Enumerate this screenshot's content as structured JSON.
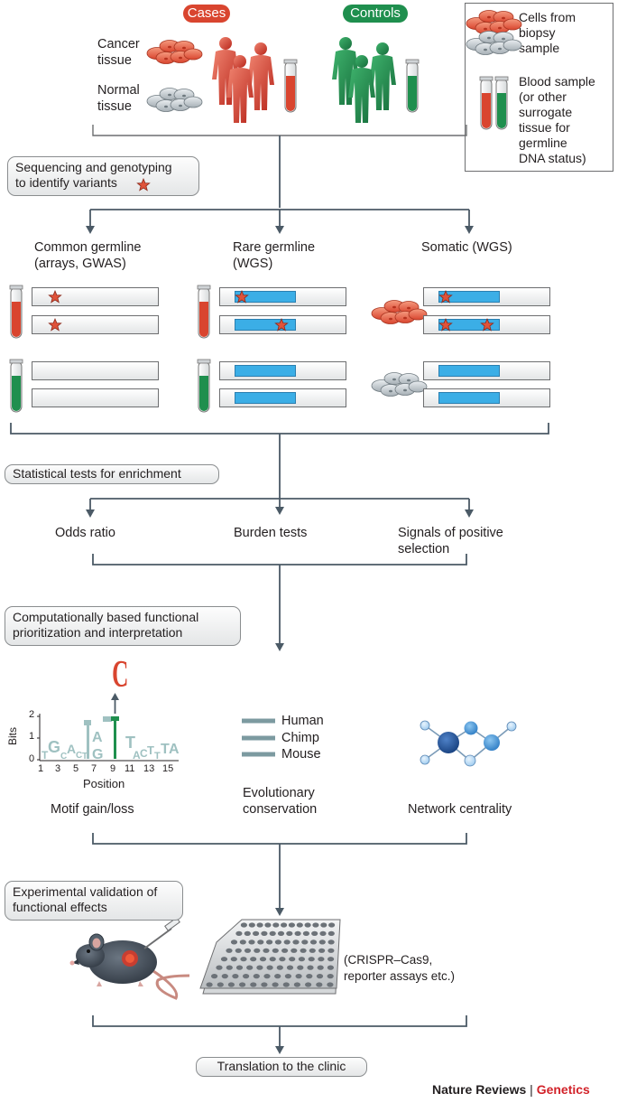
{
  "header": {
    "cases": "Cases",
    "controls": "Controls"
  },
  "tissue": {
    "cancer": "Cancer\ntissue",
    "normal": "Normal\ntissue"
  },
  "legend": {
    "cells": "Cells from\nbiopsy\nsample",
    "blood": "Blood sample\n(or other\nsurrogate\ntissue for\ngermline\nDNA status)"
  },
  "steps": {
    "sequencing": "Sequencing and genotyping\nto identify variants",
    "stat": "Statistical tests for enrichment",
    "comp": "Computationally based functional\nprioritization and interpretation",
    "exp": "Experimental validation of\nfunctional effects",
    "clinic": "Translation to the clinic"
  },
  "variants": {
    "common": "Common germline\n(arrays, GWAS)",
    "rare": "Rare germline\n(WGS)",
    "somatic": "Somatic (WGS)"
  },
  "tests": {
    "odds": "Odds ratio",
    "burden": "Burden tests",
    "signals": "Signals of positive\nselection"
  },
  "motif": {
    "letter": "C",
    "ylabel": "Bits",
    "yticks": [
      "2",
      "1",
      "0"
    ],
    "xticks": [
      "1",
      "3",
      "5",
      "7",
      "9",
      "11",
      "13",
      "15"
    ],
    "xlabel": "Position",
    "caption": "Motif gain/loss"
  },
  "conservation": {
    "species": [
      "Human",
      "Chimp",
      "Mouse"
    ],
    "caption": "Evolutionary\nconservation"
  },
  "network": {
    "caption": "Network centrality"
  },
  "assays": "(CRISPR–Cas9,\nreporter assays etc.)",
  "footer": {
    "journal": "Nature Reviews",
    "sep": " | ",
    "section": "Genetics"
  },
  "colors": {
    "case_red": "#d9452f",
    "control_green": "#1f8f4e",
    "highlight_blue": "#3baee6",
    "journal_red": "#d2232a"
  }
}
